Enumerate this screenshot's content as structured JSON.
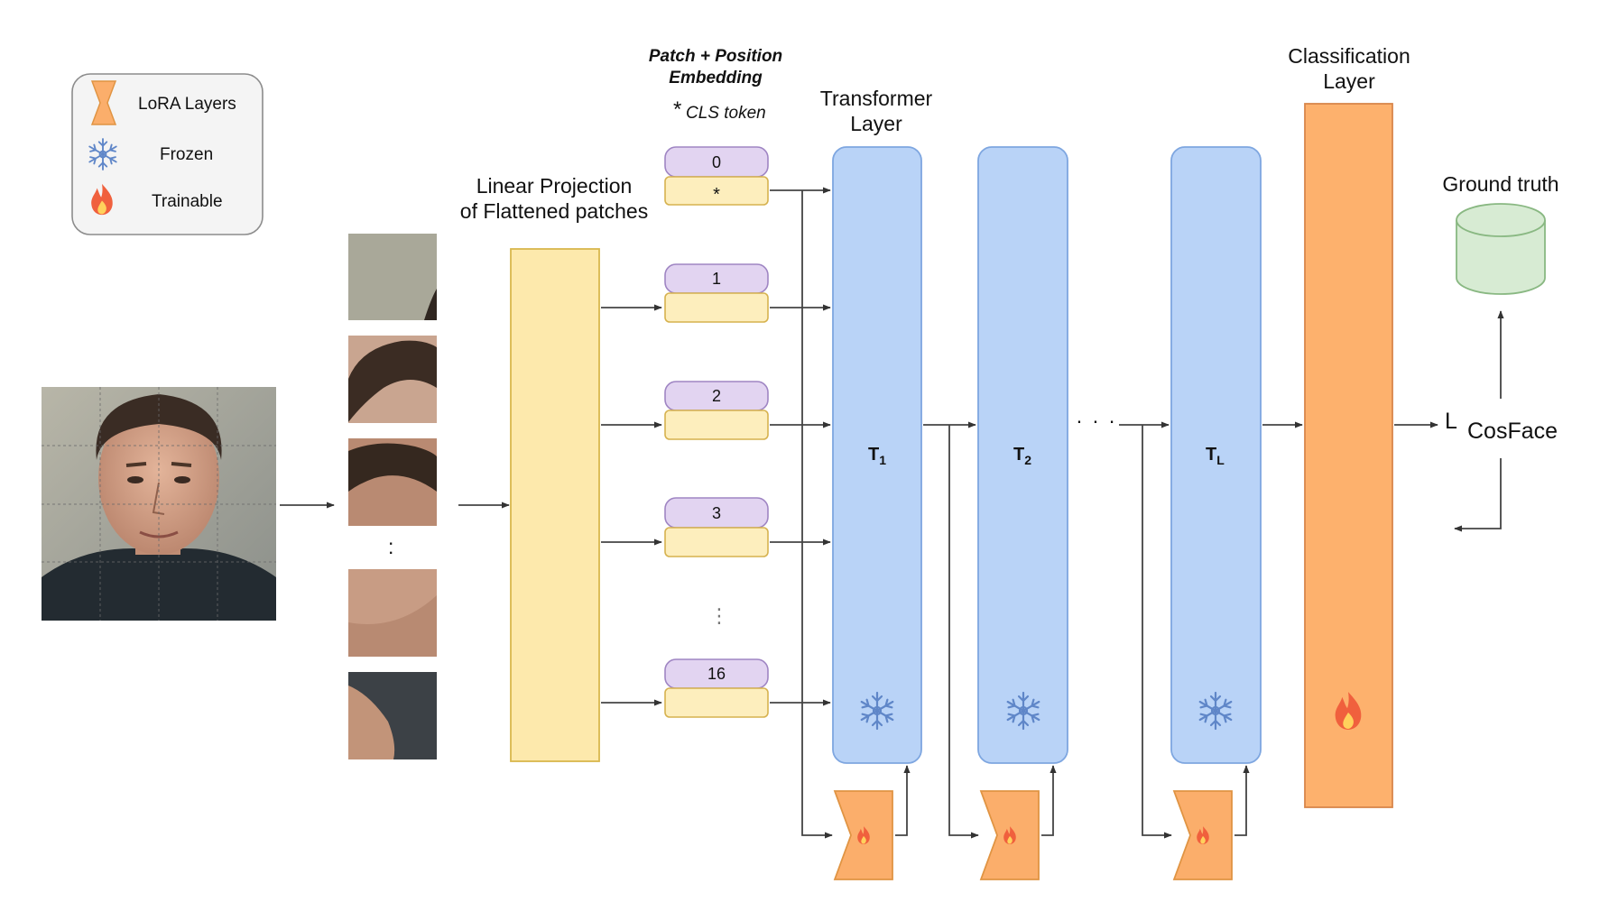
{
  "legend": {
    "lora_label": "LoRA Layers",
    "frozen_label": "Frozen",
    "trainable_label": "Trainable",
    "lora_icon": "lora-bowtie-icon",
    "frozen_icon": "snowflake-icon",
    "trainable_icon": "flame-icon"
  },
  "labels": {
    "linear_projection_line1": "Linear Projection",
    "linear_projection_line2": "of Flattened patches",
    "embedding_line1": "Patch + Position",
    "embedding_line2": "Embedding",
    "cls_star": "*",
    "cls_token": "CLS token",
    "transformer_line1": "Transformer",
    "transformer_line2": "Layer",
    "classification_line1": "Classification",
    "classification_line2": "Layer",
    "ground_truth": "Ground truth",
    "loss_symbol": "L",
    "loss_name": "CosFace",
    "ellipsis_h": "· · ·",
    "ellipsis_v": "⋮",
    "patch_dots": ":"
  },
  "tokens": {
    "cls_position": "0",
    "cls_content": "*",
    "positions": [
      "1",
      "2",
      "3",
      "16"
    ]
  },
  "transformers": [
    {
      "base": "T",
      "sub": "1"
    },
    {
      "base": "T",
      "sub": "2"
    },
    {
      "base": "T",
      "sub": "L"
    }
  ],
  "colors": {
    "transformer_fill": "#b9d3f7",
    "transformer_stroke": "#7ea6e0",
    "projection_fill": "#fde9ac",
    "projection_stroke": "#d9b74d",
    "token_position_fill": "#e2d4f1",
    "token_position_stroke": "#9f85c3",
    "token_content_fill": "#fdeebd",
    "token_content_stroke": "#d6b24f",
    "classification_fill": "#fdb16d",
    "classification_stroke": "#d9864a",
    "lora_fill": "#fbae6b",
    "lora_stroke": "#e09443",
    "ground_truth_fill": "#d7ebd3",
    "ground_truth_stroke": "#89b882",
    "flame": "#f0603d",
    "snowflake": "#5f86c8"
  }
}
